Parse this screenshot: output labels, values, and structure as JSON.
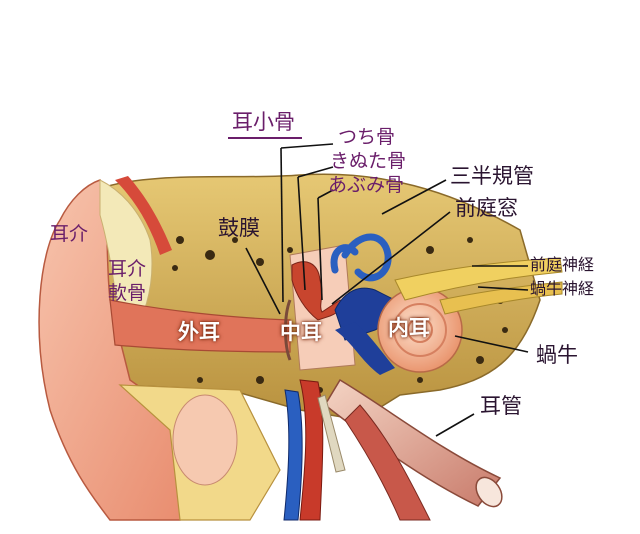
{
  "labels": {
    "ossicles": "耳小骨",
    "malleus": "つち骨",
    "incus": "きぬた骨",
    "stapes": "あぶみ骨",
    "semicircular_canals": "三半規管",
    "oval_window": "前庭窓",
    "eardrum": "鼓膜",
    "auricle": "耳介",
    "auricle_cartilage": "耳介\n軟骨",
    "vestibular_nerve": "前庭神経",
    "cochlear_nerve": "蝸牛神経",
    "outer_ear": "外耳",
    "middle_ear": "中耳",
    "inner_ear": "内耳",
    "cochlea": "蝸牛",
    "eustachian_tube": "耳管"
  },
  "colors": {
    "label_text": "#6a1e6a",
    "skin": "#f2a58a",
    "ear_canal": "#e0745a",
    "bone": "#d9b45a",
    "cartilage": "#f3e9b8",
    "nerve_blue": "#1f3f9a",
    "nerve_yellow": "#f0d060",
    "cochlea": "#f7b090",
    "artery": "#c83a2a",
    "vein": "#2a5fc0"
  }
}
